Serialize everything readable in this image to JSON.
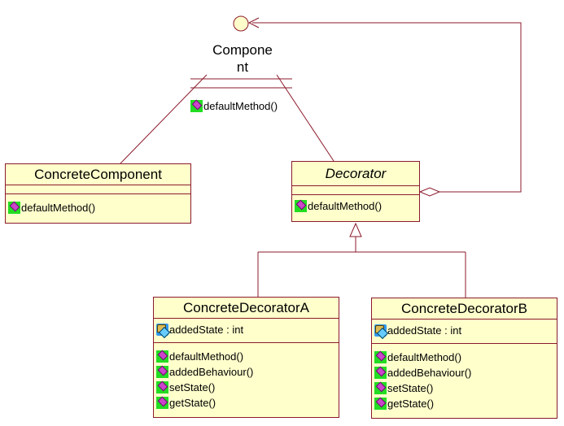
{
  "interface": {
    "name_line1": "Compone",
    "name_line2": "nt",
    "operations": [
      "defaultMethod()"
    ]
  },
  "classes": {
    "concrete_component": {
      "name": "ConcreteComponent",
      "attributes": [],
      "operations": [
        "defaultMethod()"
      ]
    },
    "decorator": {
      "name": "Decorator",
      "abstract": true,
      "attributes": [],
      "operations": [
        "defaultMethod()"
      ]
    },
    "concrete_decorator_a": {
      "name": "ConcreteDecoratorA",
      "attributes": [
        "addedState : int"
      ],
      "operations": [
        "defaultMethod()",
        "addedBehaviour()",
        "setState()",
        "getState()"
      ]
    },
    "concrete_decorator_b": {
      "name": "ConcreteDecoratorB",
      "attributes": [
        "addedState : int"
      ],
      "operations": [
        "defaultMethod()",
        "addedBehaviour()",
        "setState()",
        "getState()"
      ]
    }
  },
  "colors": {
    "line": "#8b1a2b",
    "class_fill": "#ffffcc",
    "interface_fill": "#ffffcc",
    "op_icon": "#22dd22"
  },
  "icons": {
    "operation": "public-operation-icon",
    "attribute": "private-attribute-icon"
  }
}
